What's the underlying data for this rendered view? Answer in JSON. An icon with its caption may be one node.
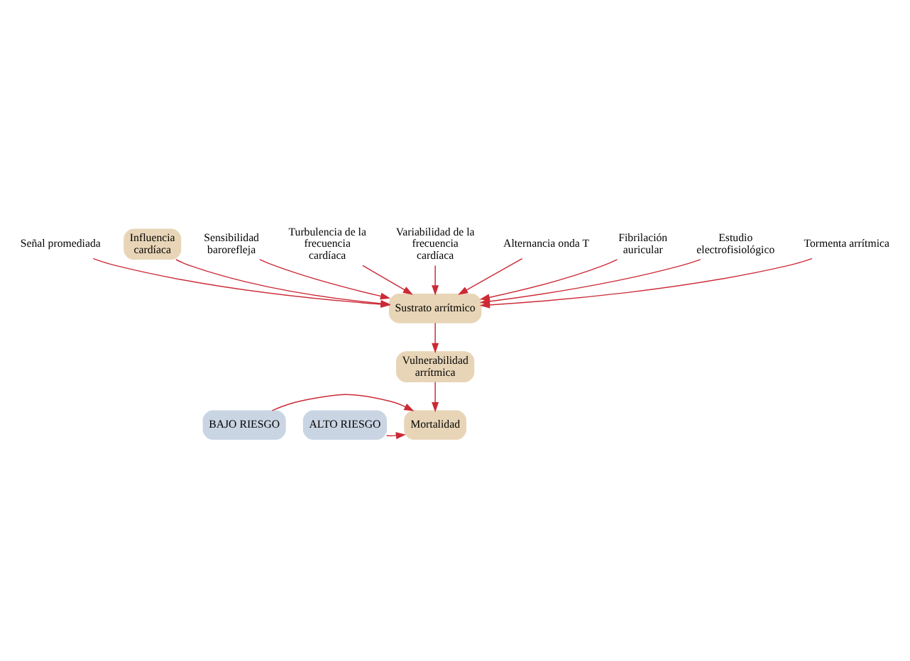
{
  "diagram": {
    "nodes": [
      {
        "text": [
          "Influencia cardíaca"
        ]
      },
      {
        "text": [
          "Señal promediada"
        ]
      },
      {
        "text": [
          "Sensibilidad barorefleja"
        ]
      },
      {
        "text": [
          "Turbulencia de la frecuencia cardíaca"
        ]
      },
      {
        "text": [
          "Sustrato arrítmico"
        ]
      },
      {
        "text": [
          "Variabilidad de la frecuencia cardíaca"
        ]
      },
      {
        "text": [
          "Alternancia onda T"
        ]
      },
      {
        "text": [
          "Fibrilación auricular"
        ]
      },
      {
        "text": [
          "Estudio electrofisiológico"
        ]
      },
      {
        "text": [
          "Tormenta arrítmica"
        ]
      },
      {
        "text": [
          "Vulnerabilidad arrítmica"
        ]
      },
      {
        "text": [
          "ALTO RIESGO"
        ]
      },
      {
        "text": [
          "BAJO RIESGO"
        ]
      },
      {
        "text": [
          "Mortalidad"
        ]
      }
    ],
    "edges": [
      {
        "from": 0,
        "to": 4,
        "arrow": "to"
      },
      {
        "from": 1,
        "to": 4,
        "arrow": "to"
      },
      {
        "from": 3,
        "to": 4,
        "arrow": "to"
      },
      {
        "from": 6,
        "to": 4,
        "arrow": "to"
      },
      {
        "from": 8,
        "to": 4,
        "arrow": "to"
      },
      {
        "from": 2,
        "to": 4,
        "arrow": "to"
      },
      {
        "from": 5,
        "to": 4,
        "arrow": "to"
      },
      {
        "from": 7,
        "to": 4,
        "arrow": "to"
      },
      {
        "from": 9,
        "to": 4,
        "arrow": "to"
      },
      {
        "from": 4,
        "to": 10,
        "arrow": "to"
      },
      {
        "from": 10,
        "to": 13,
        "arrow": "to"
      },
      {
        "from": 11,
        "to": 13,
        "arrow": "to"
      },
      {
        "from": 12,
        "to": 13,
        "arrow": "to"
      }
    ]
  }
}
